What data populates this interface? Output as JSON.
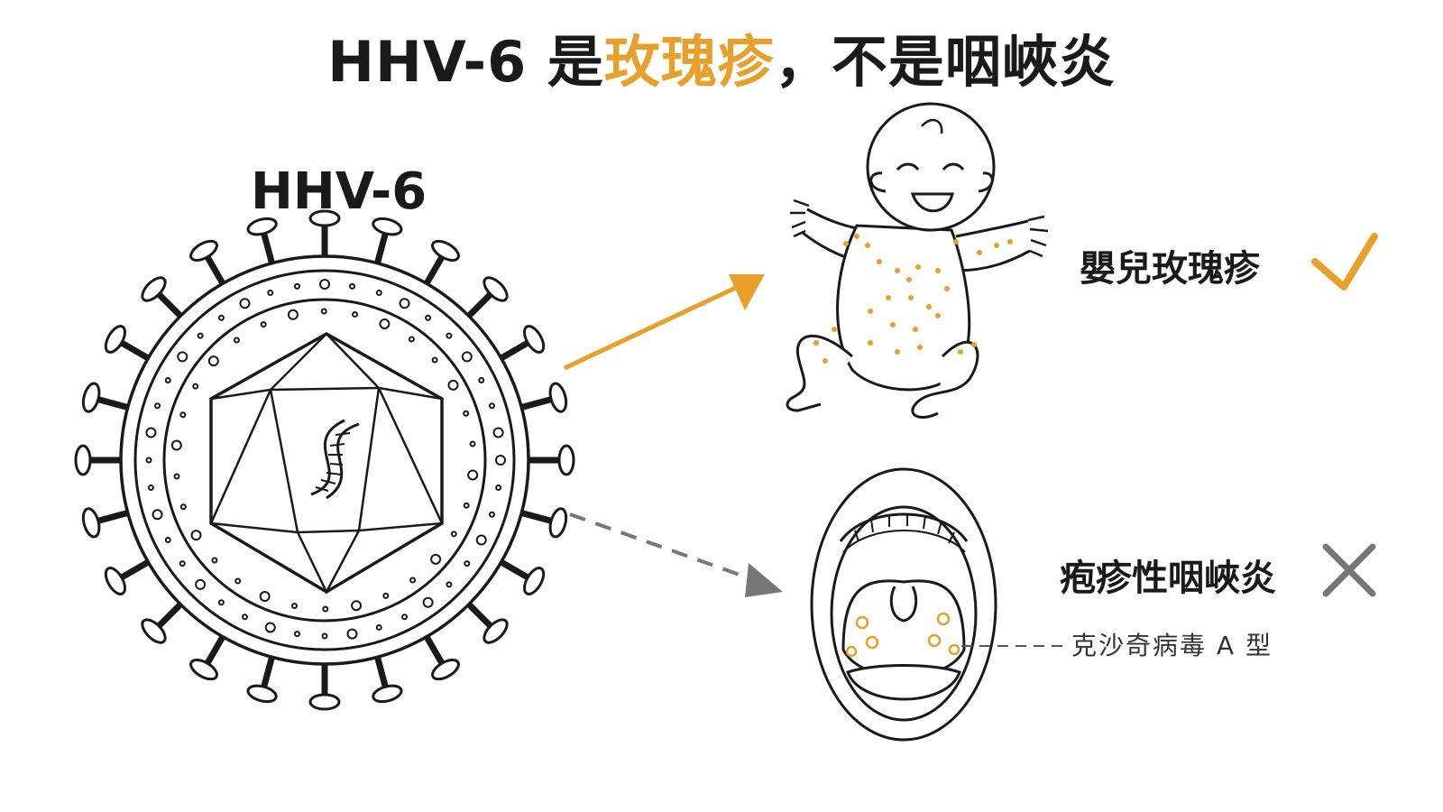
{
  "title": {
    "prefix": "HHV-6 是",
    "highlight": "玫瑰疹",
    "suffix": "，不是咽峽炎"
  },
  "virus_label": "HHV-6",
  "outcomes": {
    "correct": {
      "label": "嬰兒玫瑰疹",
      "mark": "check-icon"
    },
    "wrong": {
      "label": "疱疹性咽峽炎",
      "mark": "cross-icon",
      "cause": "克沙奇病毒 A 型"
    }
  },
  "colors": {
    "accent": "#e8a02a",
    "text": "#1a1a1a",
    "wrong_gray": "#777777"
  }
}
